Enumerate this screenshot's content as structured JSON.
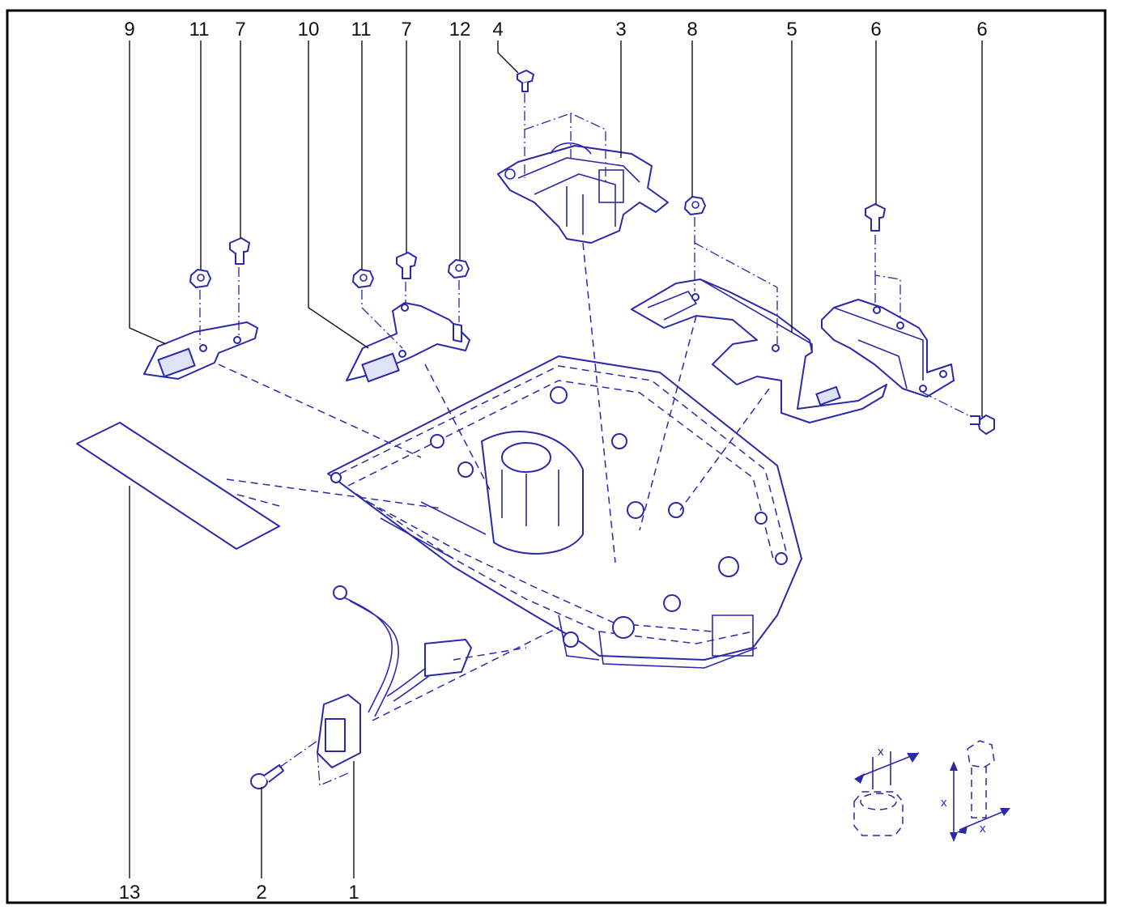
{
  "labels": {
    "l9": "9",
    "l11a": "11",
    "l7a": "7",
    "l10": "10",
    "l11b": "11",
    "l7b": "7",
    "l12": "12",
    "l4": "4",
    "l3": "3",
    "l8": "8",
    "l5": "5",
    "l6a": "6",
    "l6b": "6",
    "l13": "13",
    "l2": "2",
    "l1": "1"
  },
  "dims": {
    "x_nut": "x",
    "x_bolt_len": "x",
    "x_bolt_dia": "x"
  },
  "colors": {
    "line": "#2a2aa8",
    "label": "#111111",
    "frame": "#000000"
  }
}
